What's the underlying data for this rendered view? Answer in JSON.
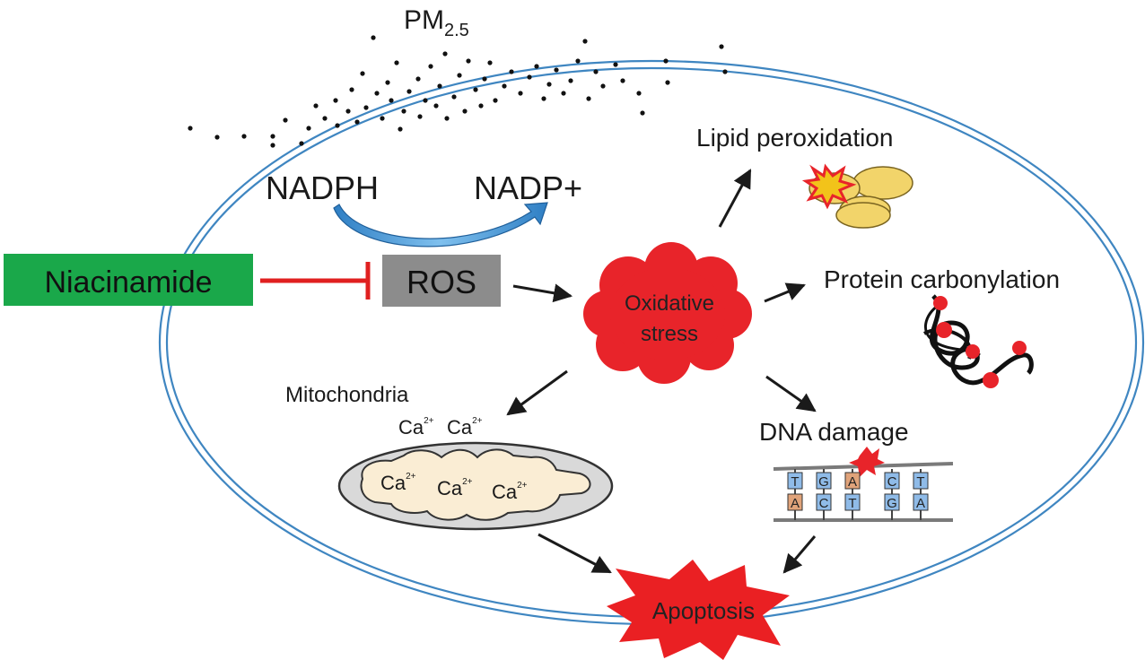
{
  "colors": {
    "membrane": "#3f86c1",
    "niacinamide_box": "#1aa84a",
    "inhibit_line": "#e02020",
    "ros_box": "#8c8c8c",
    "oxidative_cloud": "#e8242a",
    "apoptosis_star": "#ea2023",
    "lipid_fill": "#f2d46a",
    "mito_outer": "#d9d9d9",
    "mito_inner": "#faedd4",
    "nadph_arrow": "#4a9ad8"
  },
  "labels": {
    "pm": "PM",
    "pm_sub": "2.5",
    "nadph": "NADPH",
    "nadp": "NADP+",
    "niacinamide": "Niacinamide",
    "ros": "ROS",
    "oxidative_1": "Oxidative",
    "oxidative_2": "stress",
    "lipid": "Lipid peroxidation",
    "protein": "Protein carbonylation",
    "mitochondria": "Mitochondria",
    "dna": "DNA damage",
    "apoptosis": "Apoptosis",
    "ca": "Ca",
    "ca_sup": "2+"
  },
  "dna": {
    "top": [
      "T",
      "G",
      "A",
      "C",
      "T"
    ],
    "bottom": [
      "A",
      "C",
      "T",
      "G",
      "A"
    ]
  },
  "icons": [
    "pm-particles",
    "nadph-arrow-icon",
    "inhibition-icon",
    "lipid-droplets-icon",
    "protein-chain-icon",
    "mitochondrion-icon",
    "dna-strand-icon",
    "apoptosis-burst-icon"
  ]
}
